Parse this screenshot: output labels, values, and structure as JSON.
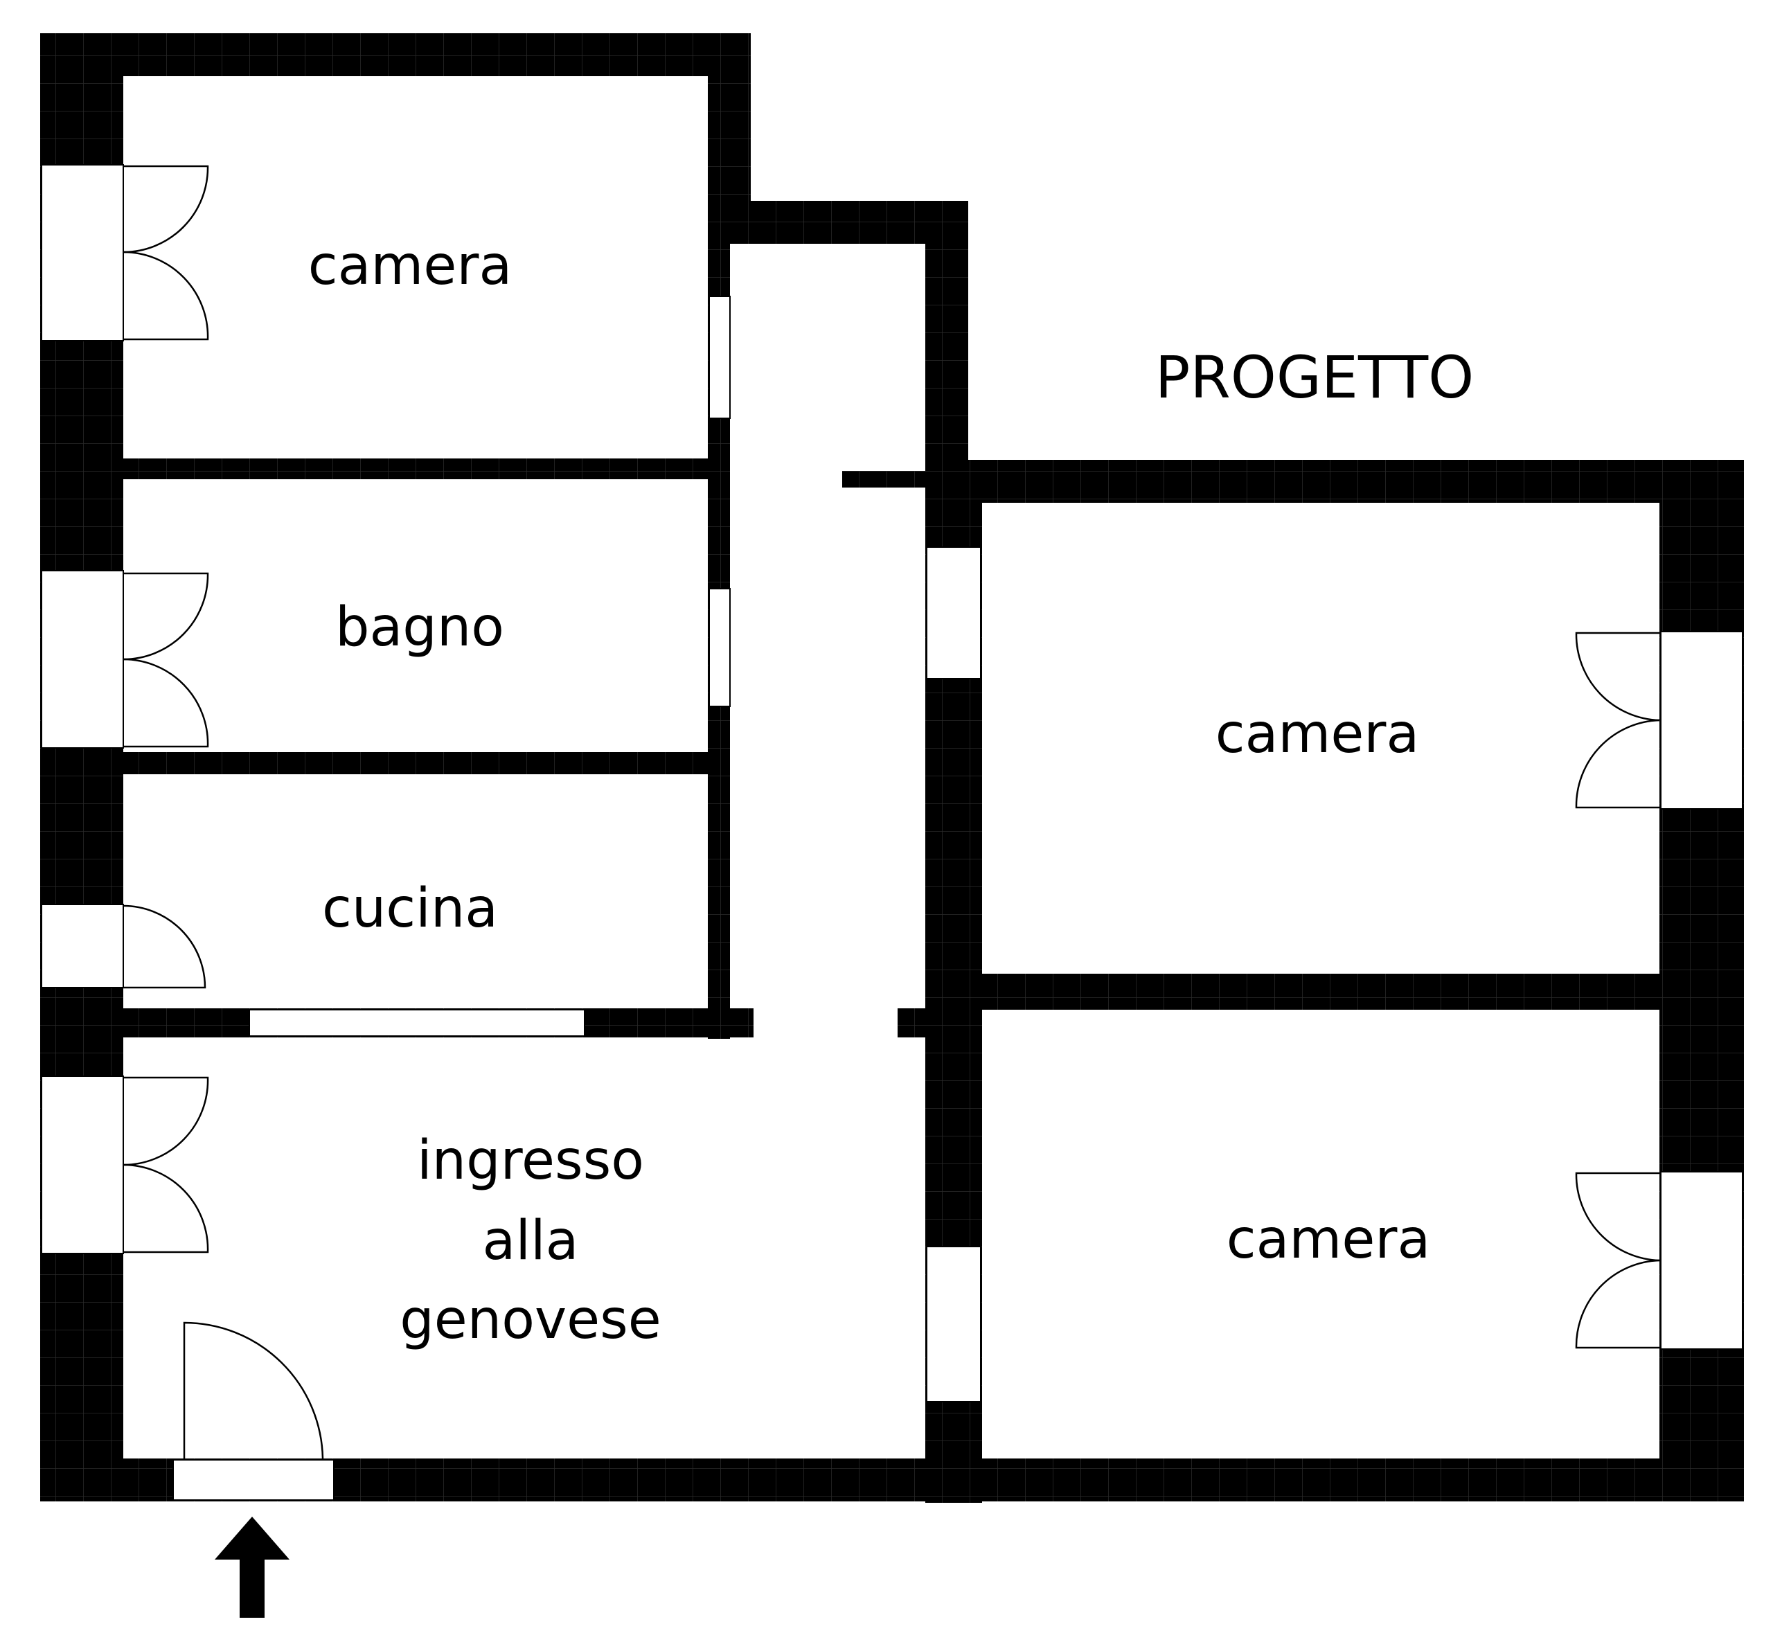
{
  "title": "PROGETTO",
  "rooms": {
    "camera_top_left": "camera",
    "bagno": "bagno",
    "cucina": "cucina",
    "ingresso": [
      "ingresso",
      "alla",
      "genovese"
    ],
    "camera_right_top": "camera",
    "camera_right_bottom": "camera"
  },
  "icons": {
    "entrance": "entrance-arrow-icon"
  },
  "colors": {
    "wall": "#000000",
    "background": "#ffffff"
  }
}
